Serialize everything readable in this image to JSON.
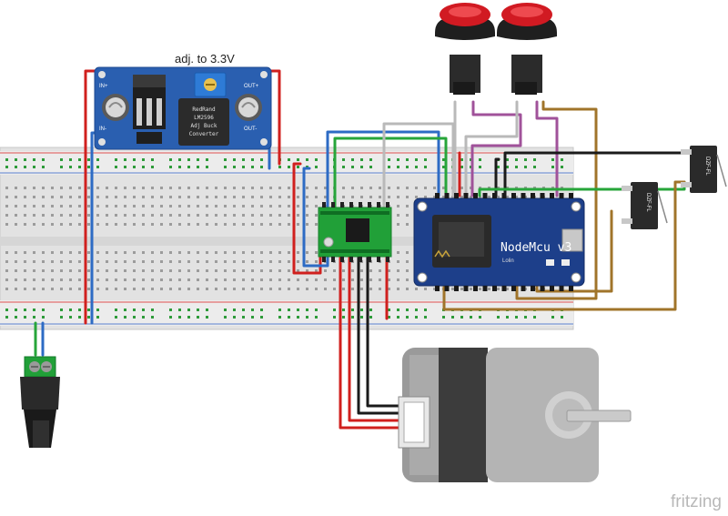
{
  "buck_converter": {
    "caption": "adj. to 3.3V",
    "line1": "RedRand",
    "line2": "LM2596",
    "line3": "Adj Buck",
    "line4": "Converter",
    "pin_in_plus": "IN+",
    "pin_in_minus": "IN-",
    "pin_out_plus": "OUT+",
    "pin_out_minus": "OUT-"
  },
  "nodemcu": {
    "title": "NodeMcu v3",
    "subtitle": "Lolin"
  },
  "switches": {
    "label": "DZF-FL"
  },
  "footer": {
    "brand": "fritzing"
  },
  "colors": {
    "wire_red": "#d0201e",
    "wire_blue": "#2d6bc4",
    "wire_green": "#27a53a",
    "wire_black": "#1a1a1a",
    "wire_gray": "#b9b9b9",
    "wire_purple": "#a0529a",
    "wire_brown": "#a0742a",
    "buck_board": "#2a5fb0",
    "nodemcu_board": "#1d3f8a",
    "driver_board": "#21a038",
    "button_cap": "#d11a22"
  }
}
